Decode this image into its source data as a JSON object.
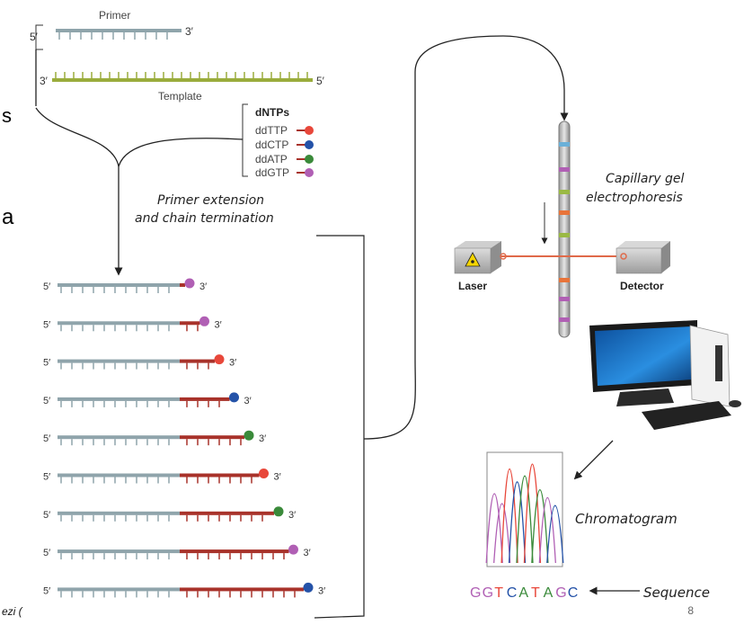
{
  "labels": {
    "primer": "Primer",
    "template": "Template",
    "five_prime": "5′",
    "three_prime": "3′",
    "dntps": "dNTPs",
    "ddttp": "ddTTP",
    "ddctp": "ddCTP",
    "ddatp": "ddATP",
    "ddgtp": "ddGTP",
    "primer_ext_1": "Primer extension",
    "primer_ext_2": "and chain termination",
    "capillary_1": "Capillary gel",
    "capillary_2": "electrophoresis",
    "laser": "Laser",
    "detector": "Detector",
    "chromatogram": "Chromatogram",
    "sequence_label": "Sequence",
    "sequence": [
      "G",
      "G",
      "T",
      "C",
      "A",
      "T",
      "A",
      "G",
      "C"
    ],
    "side_a": "a",
    "side_s": "s",
    "credit": "ezi (",
    "page_number": "8"
  },
  "colors": {
    "strand": "#8fa4ab",
    "template": "#9aac3c",
    "extension": "#a8322a",
    "T": "#e8473a",
    "C": "#2452a8",
    "A": "#3a8a3a",
    "G": "#b05fb4",
    "laser": "#e06a4a"
  },
  "fragments": [
    {
      "base": "G"
    },
    {
      "base": "G"
    },
    {
      "base": "T"
    },
    {
      "base": "C"
    },
    {
      "base": "A"
    },
    {
      "base": "T"
    },
    {
      "base": "A"
    },
    {
      "base": "G"
    },
    {
      "base": "C"
    }
  ]
}
